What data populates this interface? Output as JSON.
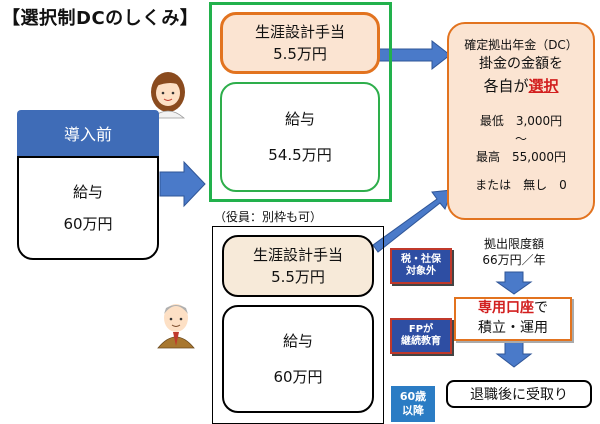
{
  "title": "【選択制DCのしくみ】",
  "before": {
    "label": "導入前",
    "salary_label": "給与",
    "salary_amount": "60万円"
  },
  "employee": {
    "lifetime_label": "生涯設計手当",
    "lifetime_amount": "5.5万円",
    "salary_label": "給与",
    "salary_amount": "54.5万円"
  },
  "officer": {
    "note": "（役員：別枠も可）",
    "lifetime_label": "生涯設計手当",
    "lifetime_amount": "5.5万円",
    "salary_label": "給与",
    "salary_amount": "60万円"
  },
  "dc_box": {
    "line1": "確定拠出年金（DC）",
    "line2": "掛金の金額を",
    "line3_prefix": "各自が",
    "line3_highlight": "選択",
    "min": "最低　3,000円",
    "tilde": "～",
    "max": "最高　55,000円",
    "or_none": "または　無し　0"
  },
  "tags": {
    "tax": "税・社保\n対象外",
    "fp": "FPが\n継続教育",
    "age": "60歳\n以降"
  },
  "flow": {
    "limit_line1": "拠出限度額",
    "limit_line2": "66万円／年",
    "account_prefix": "",
    "account_highlight": "専用口座",
    "account_suffix": "で",
    "account_line2": "積立・運用",
    "receive": "退職後に受取り"
  },
  "colors": {
    "green": "#22b14c",
    "orange": "#e2731f",
    "blue": "#3f6cb7",
    "arrow_blue": "#4a7ac9",
    "red": "#d21f1f"
  }
}
